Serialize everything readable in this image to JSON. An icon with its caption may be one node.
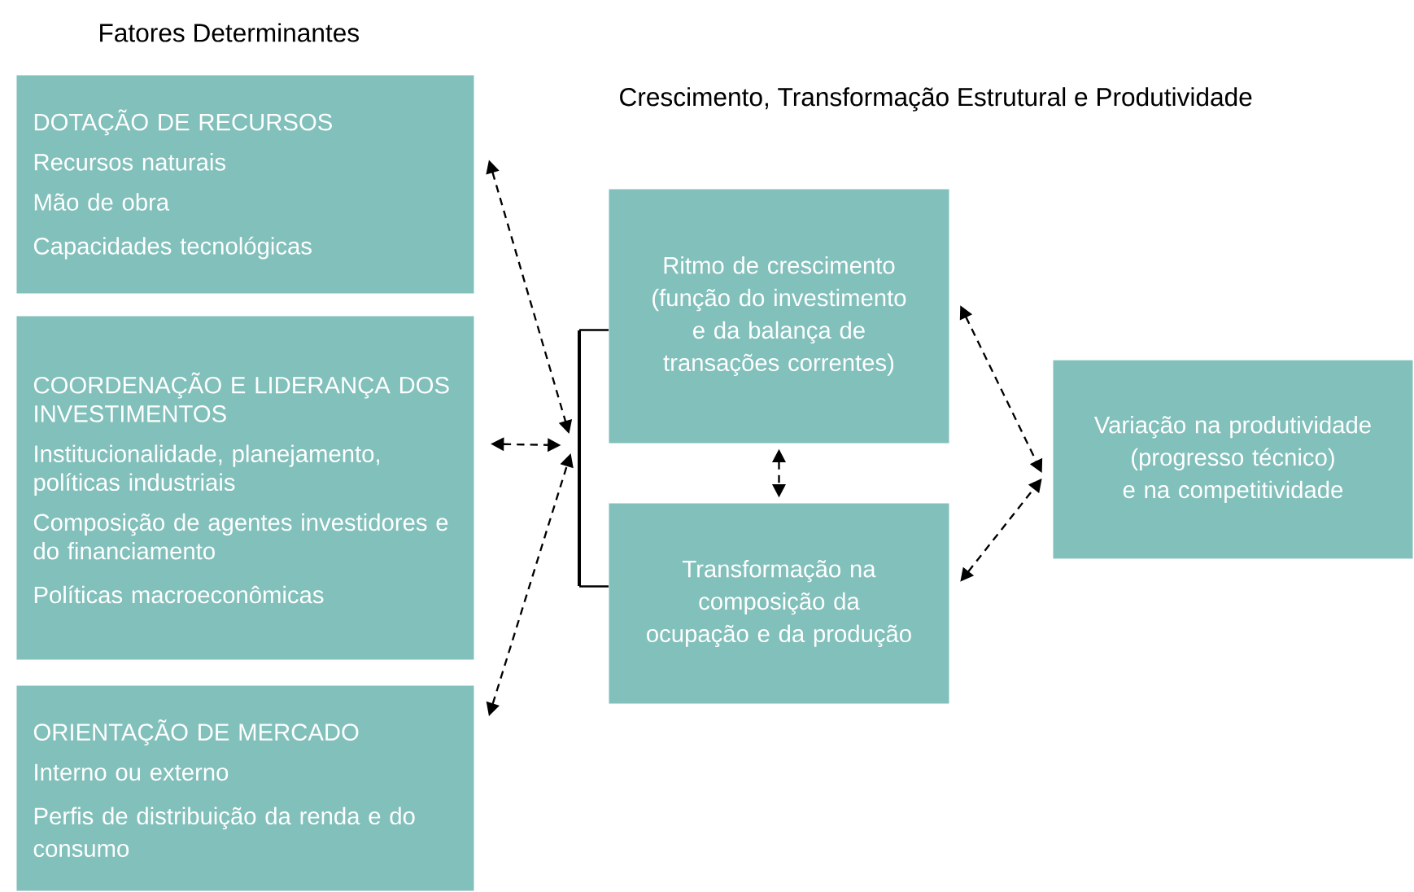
{
  "diagram": {
    "nodes": [
      {
        "text": [
          "DOTAÇÃO DE RECURSOS",
          "Recursos naturais",
          "Mão de obra",
          "Capacidades tecnológicas"
        ]
      },
      {
        "text": [
          "COORDENAÇÃO E LIDERANÇA DOS INVESTIMENTOS",
          "Institucionalidade, planejamento, políticas industriais",
          "Composição de agentes investidores e do financiamento",
          "Políticas macroeconômicas"
        ]
      },
      {
        "text": [
          "ORIENTAÇÃO DE MERCADO",
          "Interno ou externo",
          "Perfis de distribuição da renda e do consumo"
        ]
      },
      {
        "text": [],
        "shape": "bar"
      },
      {
        "text": [
          "Ritmo de crescimento (função do investimento e da balança de transações correntes)"
        ]
      },
      {
        "text": [
          "Transformação na composição da ocupação e da produção"
        ]
      },
      {
        "text": [
          "Variação na produtividade (progresso técnico) e na competitividade"
        ]
      }
    ],
    "edges": [
      {
        "from": 3,
        "to": 4,
        "arrow": "none"
      },
      {
        "from": 3,
        "to": 5,
        "arrow": "none"
      },
      {
        "from": 0,
        "to": 3,
        "arrow": "both",
        "style": "dashed"
      },
      {
        "from": 1,
        "to": 3,
        "arrow": "both",
        "style": "dashed"
      },
      {
        "from": 2,
        "to": 3,
        "arrow": "both",
        "style": "dashed"
      },
      {
        "from": 4,
        "to": 5,
        "arrow": "both",
        "style": "dashed"
      },
      {
        "from": 4,
        "to": 6,
        "arrow": "both",
        "style": "dashed"
      },
      {
        "from": 5,
        "to": 6,
        "arrow": "both",
        "style": "dashed"
      }
    ],
    "labels": [
      "Fatores Determinantes",
      "Crescimento, Transformação Estrutural e Produtividade"
    ]
  }
}
